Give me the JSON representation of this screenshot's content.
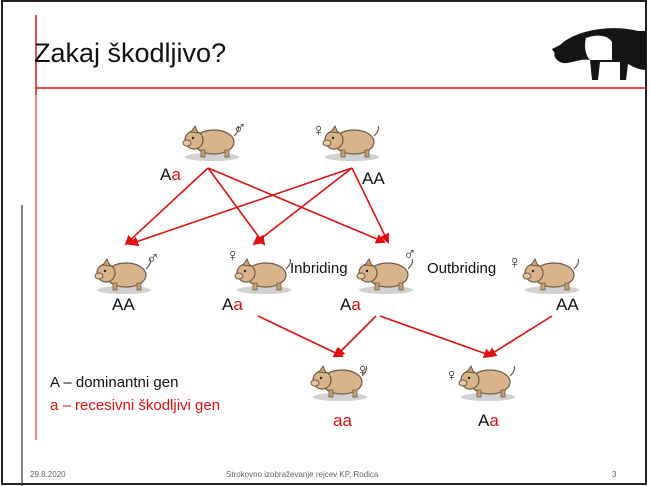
{
  "title": "Zakaj škodljivo?",
  "colors": {
    "accent": "#e01010",
    "pig": "#d9b48a",
    "pig_outline": "#6b5a45"
  },
  "icons": {
    "corner": "black-and-white-pig-icon",
    "piglet": "piglet-icon"
  },
  "pigs": {
    "top_male": {
      "gender": "♂",
      "genotype": [
        "A",
        "a"
      ]
    },
    "top_female": {
      "gender": "♀",
      "genotype": [
        "AA",
        ""
      ]
    },
    "mid_1": {
      "gender": "♂",
      "genotype": [
        "AA",
        ""
      ]
    },
    "mid_2": {
      "gender": "♀",
      "genotype": [
        "A",
        "a"
      ]
    },
    "mid_3": {
      "gender": "♂",
      "genotype": [
        "A",
        "a"
      ]
    },
    "mid_4": {
      "gender": "♀",
      "genotype": [
        "AA",
        ""
      ]
    },
    "bottom_1": {
      "gender": "♀",
      "genotype": [
        "",
        "aa"
      ]
    },
    "bottom_2": {
      "gender": "♀",
      "genotype": [
        "A",
        "a"
      ]
    }
  },
  "labels": {
    "inbreeding": "Inbriding",
    "outbreeding": "Outbriding"
  },
  "legend": {
    "dominant": "A – dominantni gen",
    "recessive": "a – recesivni škodljivi gen"
  },
  "footer": {
    "date": "29.8.2020",
    "center": "Strokovno izobraževanje rejcev KP, Rodica",
    "page": "3"
  }
}
